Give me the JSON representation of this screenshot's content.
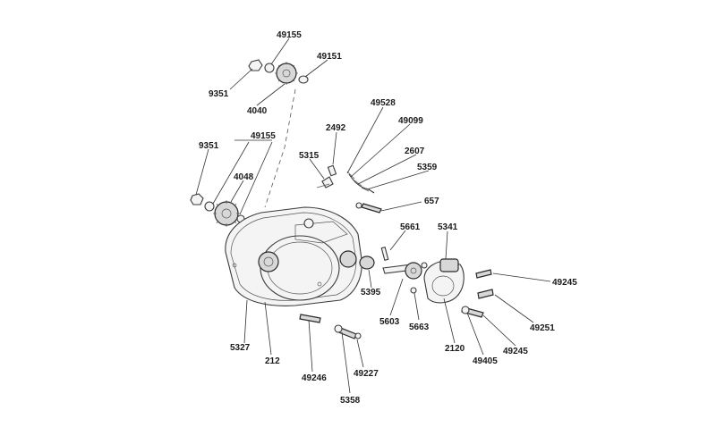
{
  "diagram": {
    "labels": [
      {
        "id": "l-49155-top",
        "text": "49155"
      },
      {
        "id": "l-49151",
        "text": "49151"
      },
      {
        "id": "l-9351-top",
        "text": "9351"
      },
      {
        "id": "l-4040",
        "text": "4040"
      },
      {
        "id": "l-49528",
        "text": "49528"
      },
      {
        "id": "l-49099",
        "text": "49099"
      },
      {
        "id": "l-2492",
        "text": "2492"
      },
      {
        "id": "l-2607",
        "text": "2607"
      },
      {
        "id": "l-9351-left",
        "text": "9351"
      },
      {
        "id": "l-49155-left",
        "text": "49155"
      },
      {
        "id": "l-5315",
        "text": "5315"
      },
      {
        "id": "l-5359",
        "text": "5359"
      },
      {
        "id": "l-4048",
        "text": "4048"
      },
      {
        "id": "l-657",
        "text": "657"
      },
      {
        "id": "l-5661",
        "text": "5661"
      },
      {
        "id": "l-5341",
        "text": "5341"
      },
      {
        "id": "l-49245-right",
        "text": "49245"
      },
      {
        "id": "l-5395",
        "text": "5395"
      },
      {
        "id": "l-5603",
        "text": "5603"
      },
      {
        "id": "l-5663",
        "text": "5663"
      },
      {
        "id": "l-49251",
        "text": "49251"
      },
      {
        "id": "l-5327",
        "text": "5327"
      },
      {
        "id": "l-2120",
        "text": "2120"
      },
      {
        "id": "l-49245-bottom",
        "text": "49245"
      },
      {
        "id": "l-49405",
        "text": "49405"
      },
      {
        "id": "l-212",
        "text": "212"
      },
      {
        "id": "l-49246",
        "text": "49246"
      },
      {
        "id": "l-49227",
        "text": "49227"
      },
      {
        "id": "l-5358",
        "text": "5358"
      }
    ]
  }
}
